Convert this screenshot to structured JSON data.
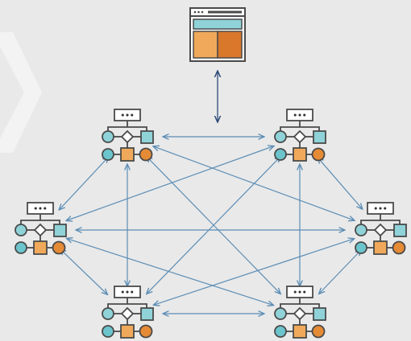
{
  "colors": {
    "background": "#e9e9e9",
    "chevron": "#f3f3f3",
    "outline": "#4a4a4a",
    "connector": "#5b8db5",
    "vertical_connector": "#2b4a78",
    "teal_light": "#8fd3d9",
    "teal": "#6cc4cc",
    "orange_light": "#f0a95a",
    "orange": "#e58a35",
    "orange_dark": "#d9772b",
    "white": "#ffffff"
  },
  "icons": {
    "top_node": "web-window-icon",
    "workflow_node": "workflow-flowchart-icon"
  },
  "diagram": {
    "type": "full-mesh",
    "top_node": {
      "id": "window",
      "icon": "web-window-icon"
    },
    "nodes": [
      {
        "id": "top-left",
        "badge": "•••"
      },
      {
        "id": "top-right",
        "badge": "•••"
      },
      {
        "id": "mid-left",
        "badge": "•••"
      },
      {
        "id": "mid-right",
        "badge": "•••"
      },
      {
        "id": "bottom-left",
        "badge": "•••"
      },
      {
        "id": "bottom-right",
        "badge": "•••"
      }
    ],
    "edges": [
      [
        "window",
        "top-right-corner"
      ],
      [
        "top-left",
        "top-right"
      ],
      [
        "top-left",
        "mid-left"
      ],
      [
        "top-left",
        "mid-right"
      ],
      [
        "top-left",
        "bottom-left"
      ],
      [
        "top-left",
        "bottom-right"
      ],
      [
        "top-right",
        "mid-left"
      ],
      [
        "top-right",
        "mid-right"
      ],
      [
        "top-right",
        "bottom-left"
      ],
      [
        "top-right",
        "bottom-right"
      ],
      [
        "mid-left",
        "mid-right"
      ],
      [
        "mid-left",
        "bottom-left"
      ],
      [
        "mid-left",
        "bottom-right"
      ],
      [
        "mid-right",
        "bottom-left"
      ],
      [
        "mid-right",
        "bottom-right"
      ],
      [
        "bottom-left",
        "bottom-right"
      ]
    ]
  }
}
